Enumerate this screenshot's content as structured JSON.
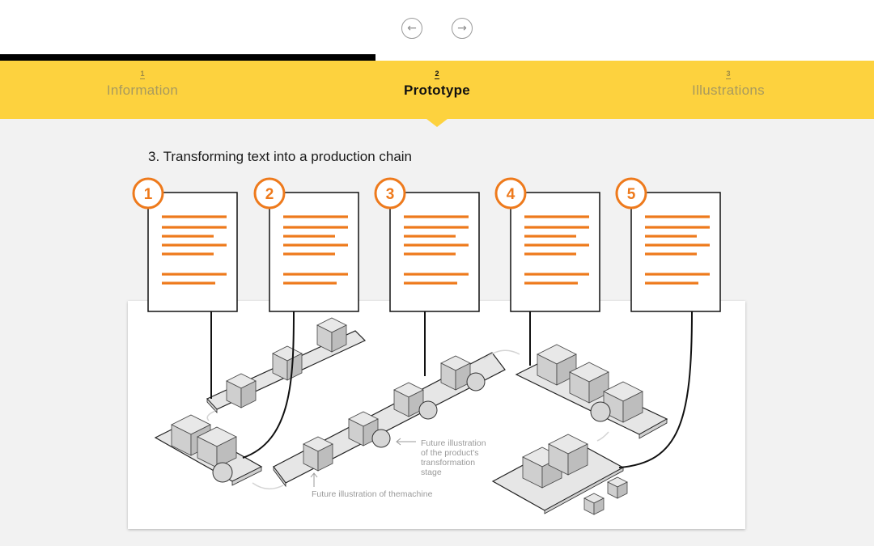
{
  "nav": {
    "prev_icon": "arrow-left-icon",
    "next_icon": "arrow-right-icon",
    "prev_glyph": "←",
    "next_glyph": "→"
  },
  "progress": {
    "fraction": 0.43
  },
  "steps": [
    {
      "number": "1",
      "label": "Information",
      "active": false
    },
    {
      "number": "2",
      "label": "Prototype",
      "active": true
    },
    {
      "number": "3",
      "label": "Illustrations",
      "active": false
    }
  ],
  "section": {
    "title": "3. Transforming text into a production chain"
  },
  "documents": [
    {
      "number": "1"
    },
    {
      "number": "2"
    },
    {
      "number": "3"
    },
    {
      "number": "4"
    },
    {
      "number": "5"
    }
  ],
  "annotations": {
    "transformation": [
      "Future illustration",
      "of the product's",
      "transformation",
      "stage"
    ],
    "machine": "Future illustration of themachine"
  },
  "colors": {
    "accent_yellow": "#fdd23e",
    "accent_orange": "#ee7a1c",
    "progress_black": "#000000",
    "background": "#f2f2f2"
  }
}
